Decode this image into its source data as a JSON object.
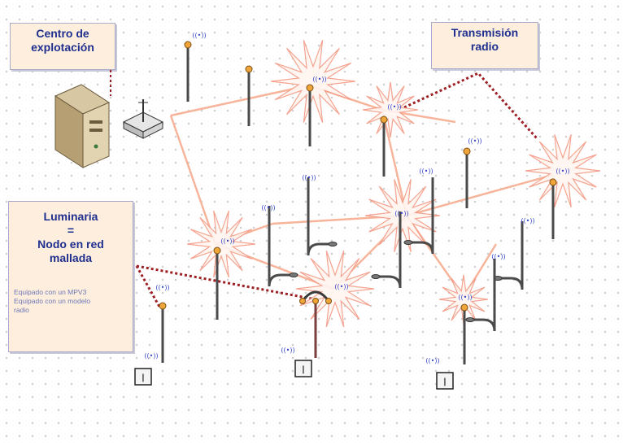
{
  "labels": {
    "centro_line1": "Centro de",
    "centro_line2": "explotación",
    "radio_line1": "Transmisión",
    "radio_line2": "radio",
    "lum_line1": "Luminaria",
    "lum_line2": "=",
    "lum_line3": "Nodo en red",
    "lum_line4": "mallada",
    "lum_note1": "Equipado con un MPV3",
    "lum_note2": "Equipado con un modelo",
    "lum_note3": "radio"
  },
  "icons": {
    "radio_symbol": "((•))",
    "meter_symbol": "|"
  },
  "colors": {
    "box_fill": "#fdeedd",
    "title_text": "#1f2f8f",
    "radio_link": "#f7b49a",
    "burst": "#f49a84",
    "dotted_link": "#9e1f24",
    "pole": "#4a4a4a"
  }
}
